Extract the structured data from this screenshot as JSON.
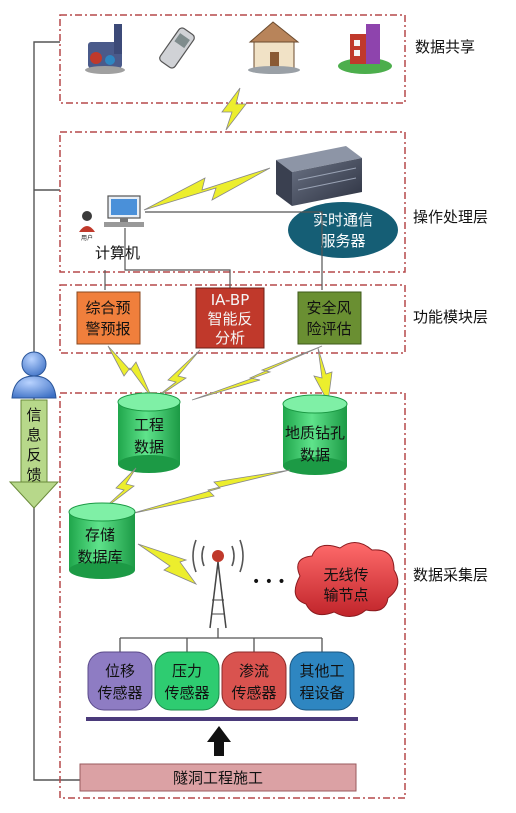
{
  "layers": {
    "data_sharing": "数据共享",
    "operation": "操作处理层",
    "function": "功能模块层",
    "collection": "数据采集层"
  },
  "operation": {
    "computer": "计算机",
    "user_tag": "用户",
    "server_line1": "实时通信",
    "server_line2": "服务器"
  },
  "modules": [
    {
      "line1": "综合预",
      "line2": "警预报",
      "line3": "",
      "color": "#f07f3c"
    },
    {
      "line1": "IA-BP",
      "line2": "智能反",
      "line3": "分析",
      "color": "#c0392b"
    },
    {
      "line1": "安全风",
      "line2": "险评估",
      "line3": "",
      "color": "#6a8f32"
    }
  ],
  "databases": {
    "engineering": {
      "line1": "工程",
      "line2": "数据"
    },
    "geology": {
      "line1": "地质钻孔",
      "line2": "数据"
    },
    "storage": {
      "line1": "存储",
      "line2": "数据库"
    }
  },
  "wireless": {
    "line1": "无线传",
    "line2": "输节点",
    "dots": "• • •"
  },
  "sensors": [
    {
      "line1": "位移",
      "line2": "传感器",
      "color": "#8e7cc3"
    },
    {
      "line1": "压力",
      "line2": "传感器",
      "color": "#2ecc71"
    },
    {
      "line1": "渗流",
      "line2": "传感器",
      "color": "#d9534f"
    },
    {
      "line1": "其他工",
      "line2": "程设备",
      "color": "#2e86c1"
    }
  ],
  "feedback": {
    "chars": [
      "信",
      "息",
      "反",
      "馈"
    ]
  },
  "tunnel": "隧洞工程施工",
  "colors": {
    "dashed_border": "#b5484a",
    "lightning": "#ecee2d",
    "cylinder_green": "#3ec96a",
    "server_ellipse": "#155e75",
    "cloud_red": "#e0393c",
    "tunnel_bar": "#dba1a4",
    "feedback_arrow": "#b7d88a"
  }
}
